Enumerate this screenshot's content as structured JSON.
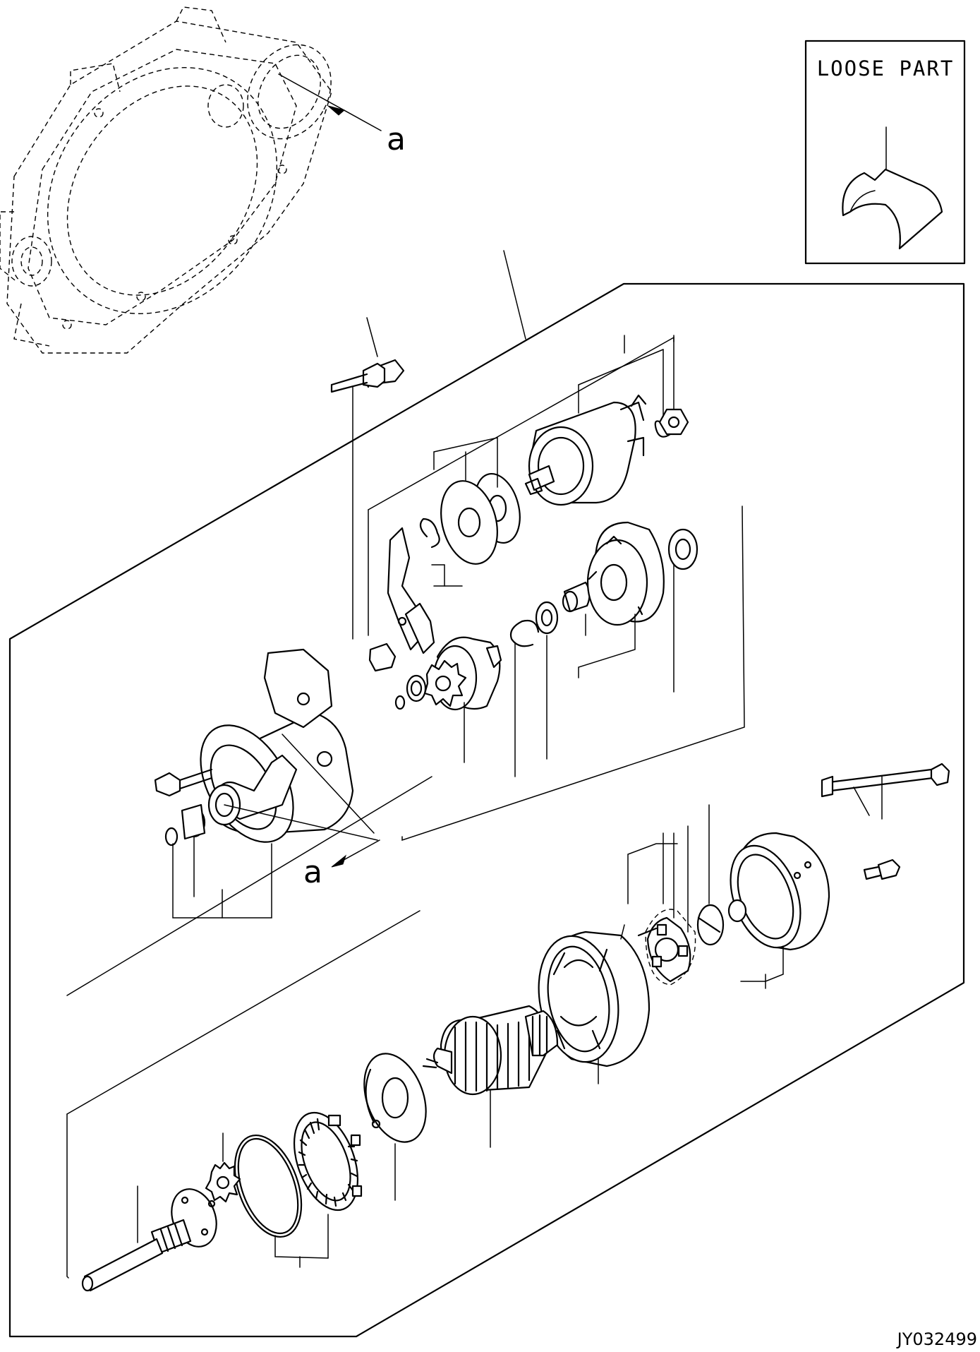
{
  "loose_part": {
    "label": "LOOSE PART"
  },
  "reference": {
    "top": "a",
    "bottom": "a"
  },
  "drawing_id": "JY032499",
  "icons": {
    "housing": "flywheel-housing-icon",
    "starter": "starter-motor-exploded-icon",
    "loose_part": "half-shell-cover-icon"
  }
}
